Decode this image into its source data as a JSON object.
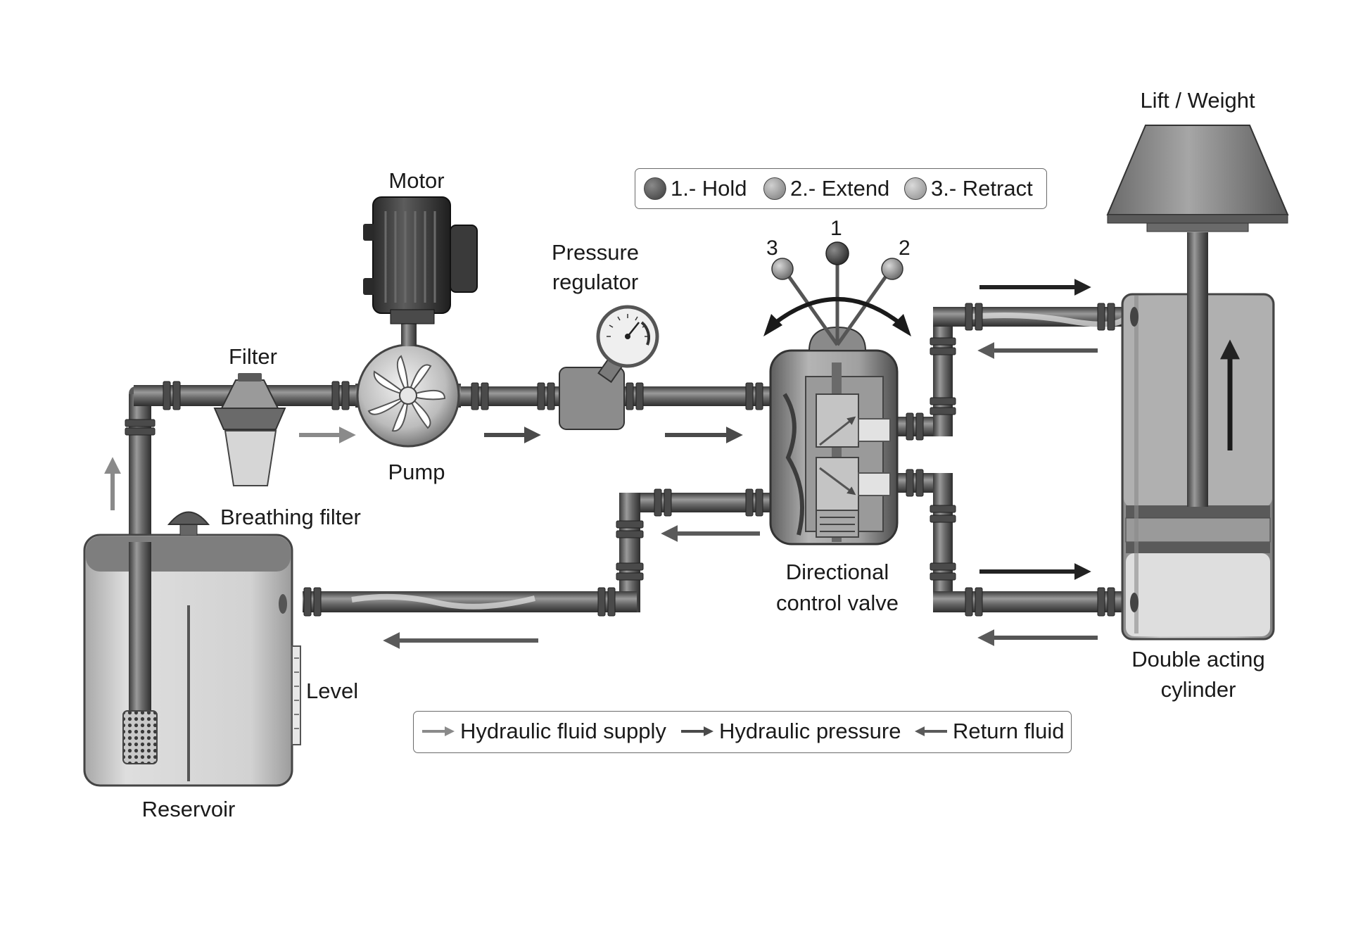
{
  "labels": {
    "lift_weight": "Lift / Weight",
    "motor": "Motor",
    "pressure_regulator_line1": "Pressure",
    "pressure_regulator_line2": "regulator",
    "filter": "Filter",
    "pump": "Pump",
    "breathing_filter": "Breathing filter",
    "level": "Level",
    "reservoir": "Reservoir",
    "directional_valve_line1": "Directional",
    "directional_valve_line2": "control valve",
    "cylinder_line1": "Double acting",
    "cylinder_line2": "cylinder"
  },
  "lever_positions": [
    "1",
    "2",
    "3"
  ],
  "valve_legend": [
    {
      "label": "1.- Hold",
      "color": "#4a4a4a"
    },
    {
      "label": "2.- Extend",
      "color": "#8a8a8a"
    },
    {
      "label": "3.- Retract",
      "color": "#9c9c9c"
    }
  ],
  "flow_legend": [
    {
      "label": "Hydraulic fluid supply",
      "color": "#8a8a8a"
    },
    {
      "label": "Hydraulic pressure",
      "color": "#4a4a4a"
    },
    {
      "label": "Return fluid",
      "color": "#5a5a5a"
    }
  ],
  "colors": {
    "pipe": "#6e6e6e",
    "pipe_dark": "#3c3c3c",
    "supply_arrow": "#8a8a8a",
    "pressure_arrow": "#4a4a4a",
    "return_arrow": "#5a5a5a"
  },
  "icons": [
    "motor-icon",
    "pump-impeller-icon",
    "pressure-gauge-icon",
    "filter-icon",
    "reservoir-tank-icon",
    "control-valve-icon",
    "cylinder-icon",
    "weight-icon",
    "lever-icon",
    "flow-arrow-icon"
  ]
}
